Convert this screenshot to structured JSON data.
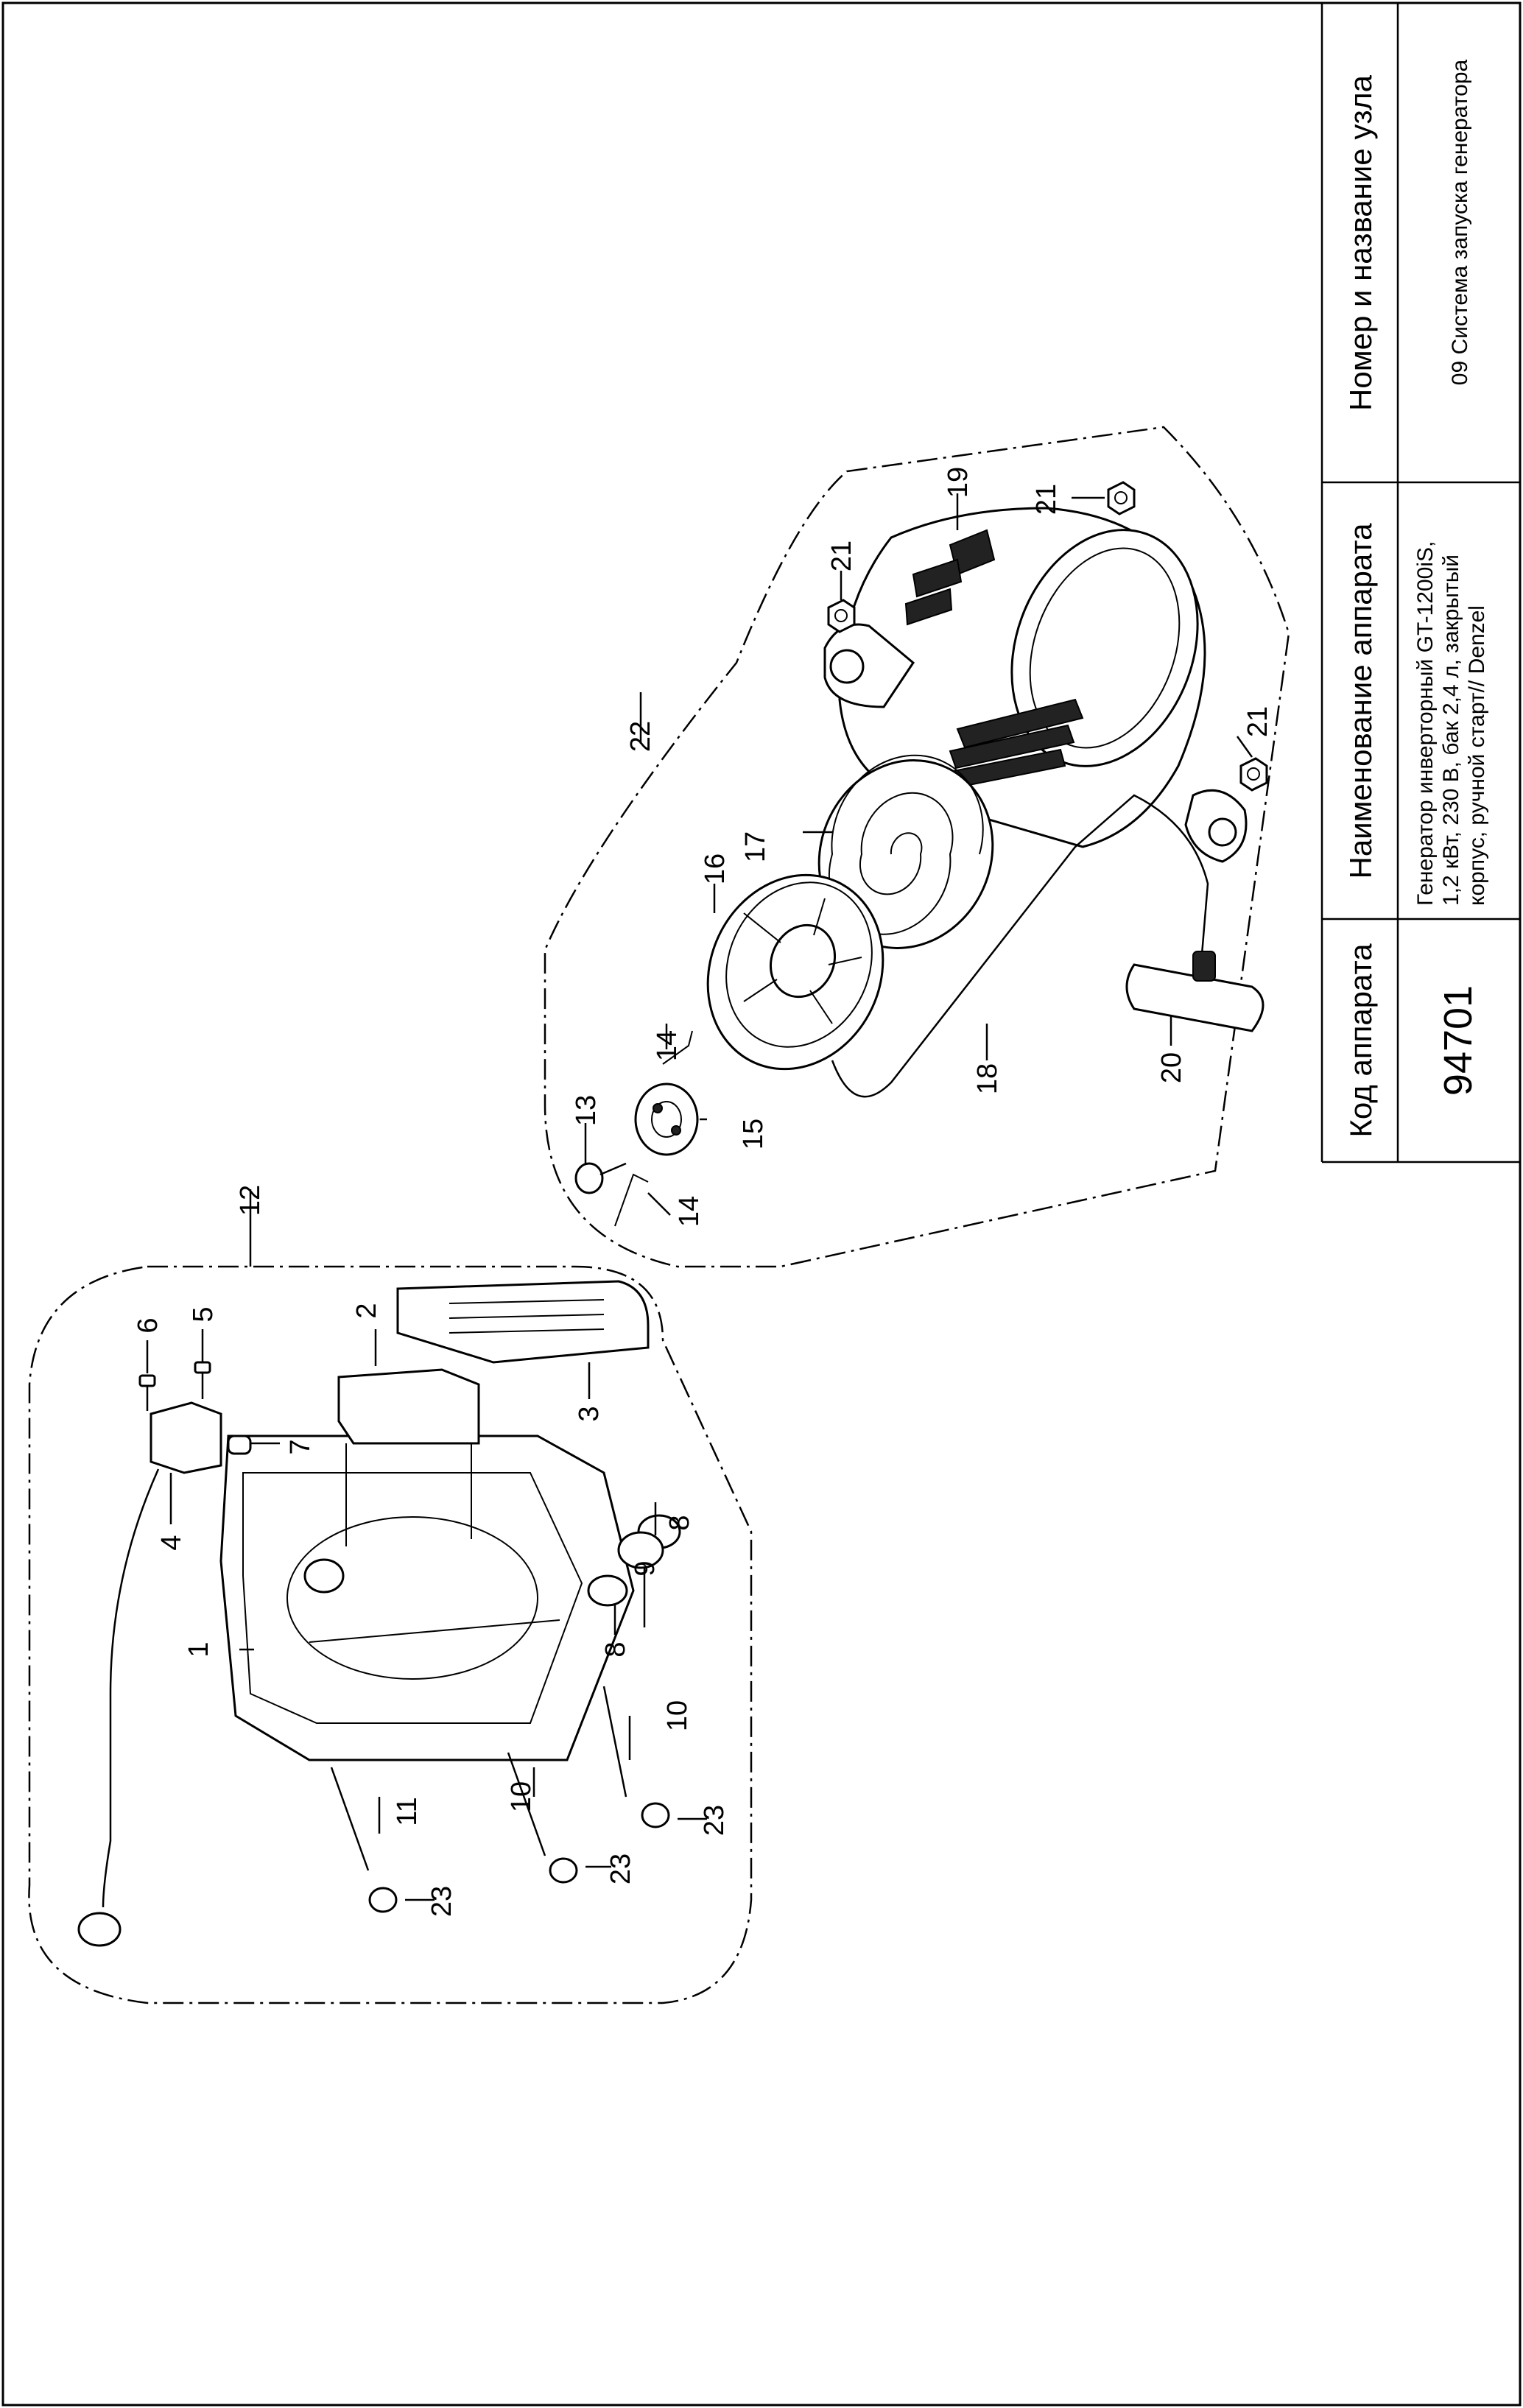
{
  "title_block": {
    "headers": {
      "code": "Код аппарата",
      "device_name": "Наименование аппарата",
      "unit_name": "Номер и название узла"
    },
    "values": {
      "code": "94701",
      "device_name_lines": [
        "Генератор инверторный GT-1200iS,",
        "1,2 кВт, 230 В, бак 2,4 л, закрытый",
        "корпус, ручной старт// Denzel"
      ],
      "unit_name": "09 Система запуска генератора"
    }
  },
  "diagram": {
    "callouts": {
      "c1": "1",
      "c2": "2",
      "c3": "3",
      "c4": "4",
      "c5": "5",
      "c6": "6",
      "c7": "7",
      "c8": "8",
      "c9": "9",
      "c10": "10",
      "c11": "11",
      "c12": "12",
      "c13": "13",
      "c14": "14",
      "c15": "15",
      "c16": "16",
      "c17": "17",
      "c18": "18",
      "c19": "19",
      "c20": "20",
      "c21": "21",
      "c22": "22",
      "c23": "23"
    }
  }
}
